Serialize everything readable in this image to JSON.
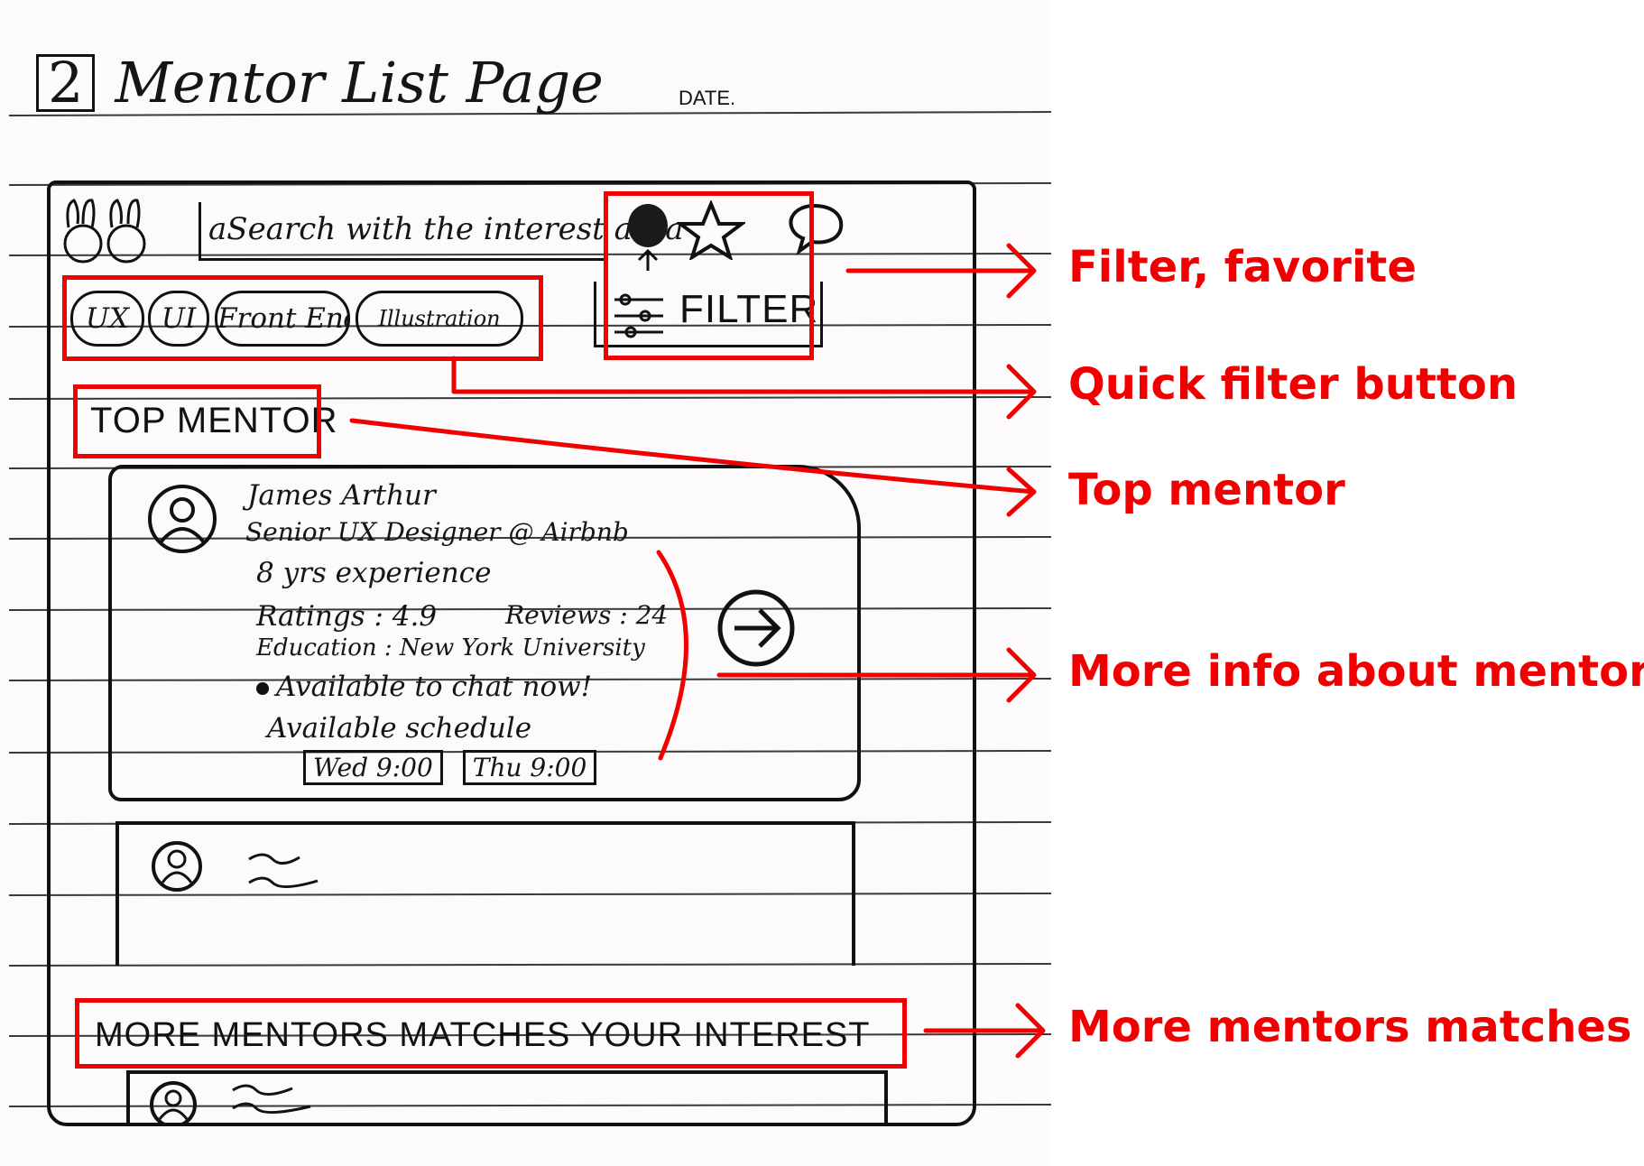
{
  "sketch": {
    "title_number": "2",
    "title": "Mentor List Page",
    "date_label": "DATE.",
    "search_placeholder": "aSearch with the interest area",
    "filter_label": "FILTER",
    "quick_filters": [
      "UX",
      "UI",
      "Front End",
      "Illustration"
    ],
    "top_mentor_heading": "TOP MENTOR",
    "top_mentor": {
      "name": "James Arthur",
      "role": "Senior UX Designer @ Airbnb",
      "experience": "8 yrs experience",
      "ratings": "Ratings : 4.9",
      "reviews": "Reviews : 24",
      "education": "Education : New York University",
      "availability": "Available to chat now!",
      "schedule_label": "Available schedule",
      "schedule": [
        "Wed 9:00",
        "Thu 9:00"
      ]
    },
    "more_heading": "MORE MENTORS MATCHES YOUR INTEREST"
  },
  "annotations": {
    "filter_favorite": "Filter, favorite",
    "quick_filter": "Quick filter button",
    "top_mentor": "Top mentor",
    "more_info": "More info about mentor",
    "more_matches": "More mentors matches"
  },
  "colors": {
    "annotation": "#f00000",
    "ink": "#111111",
    "paper": "#fcfafb"
  }
}
